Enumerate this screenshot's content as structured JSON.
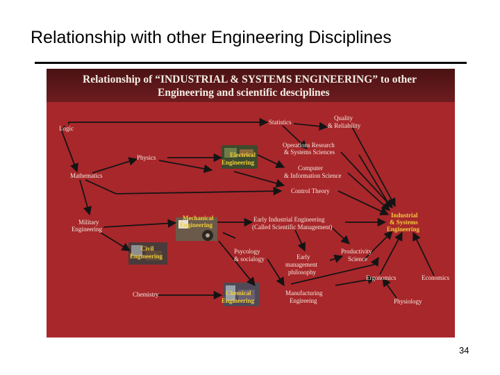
{
  "slide": {
    "title": "Relationship with other Engineering Disciplines",
    "page_number": "34"
  },
  "figure": {
    "heading_line1": "Relationship of “INDUSTRIAL & SYSTEMS ENGINEERING” to other",
    "heading_line2": "Engineering and scientific desciplines",
    "colors": {
      "background": "#a8272b",
      "header": "#5a1618",
      "node_text": "#f3ece0",
      "highlight_text": "#f2cf3a",
      "arrow": "#141414"
    },
    "nodes": {
      "logic": "Logic",
      "statistics": "Statistics",
      "quality_l1": "Quality",
      "quality_l2": "& Reliability",
      "physics": "Physics",
      "electrical_l1": "Electrical",
      "electrical_l2": "Engineering",
      "or_l1": "Operations Research",
      "or_l2": "& Systems Sciences",
      "mathematics": "Mathematics",
      "computer_l1": "Computer",
      "computer_l2": "& Information Science",
      "control_theory": "Control Theory",
      "military_l1": "Military",
      "military_l2": "Engineering",
      "mechanical_l1": "Mechanical",
      "mechanical_l2": "Engineering",
      "early_ie_l1": "Early Industrial Engineering",
      "early_ie_l2": "(Called Scientific Management)",
      "ise_l1": "Industrial",
      "ise_l2": "& Systems",
      "ise_l3": "Engineering",
      "civil_l1": "Civil",
      "civil_l2": "Engineering",
      "psychology_l1": "Psycology",
      "psychology_l2": "& socialogy",
      "early_mgmt_l1": "Early",
      "early_mgmt_l2": "management",
      "early_mgmt_l3": "philosophy",
      "productivity_l1": "Productivity",
      "productivity_l2": "Science",
      "ergonomics": "Ergonomics",
      "economics": "Economics",
      "chemistry": "Chemistry",
      "chemical_l1": "Chemical",
      "chemical_l2": "Engineering",
      "manufacturing_l1": "Manufacturing",
      "manufacturing_l2": "Engireeing",
      "physiology": "Physiology"
    }
  }
}
